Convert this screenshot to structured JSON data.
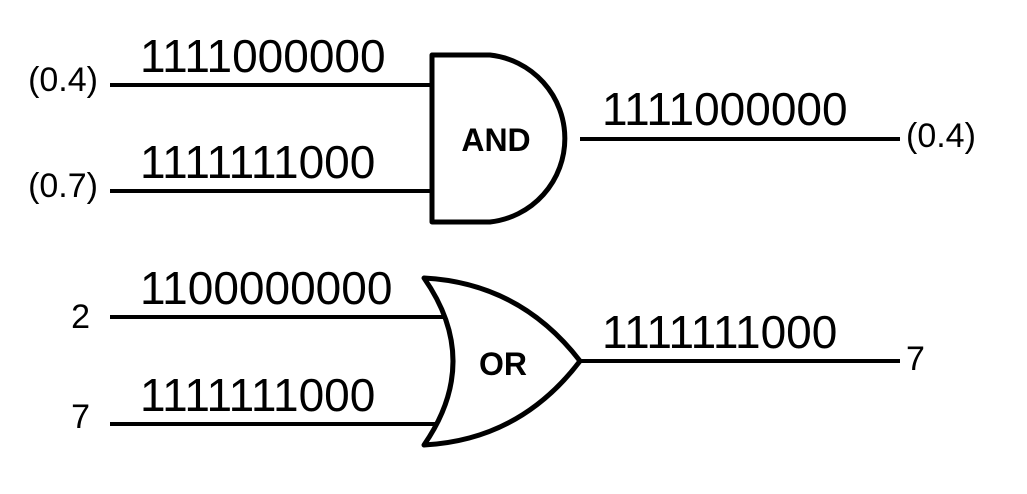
{
  "and_gate": {
    "label": "AND",
    "inputs": [
      {
        "value_label": "(0.4)",
        "bits": "1111000000"
      },
      {
        "value_label": "(0.7)",
        "bits": "1111111000"
      }
    ],
    "output": {
      "bits": "1111000000",
      "value_label": "(0.4)"
    }
  },
  "or_gate": {
    "label": "OR",
    "inputs": [
      {
        "value_label": "2",
        "bits": "1100000000"
      },
      {
        "value_label": "7",
        "bits": "1111111000"
      }
    ],
    "output": {
      "bits": "1111111000",
      "value_label": "7"
    }
  }
}
